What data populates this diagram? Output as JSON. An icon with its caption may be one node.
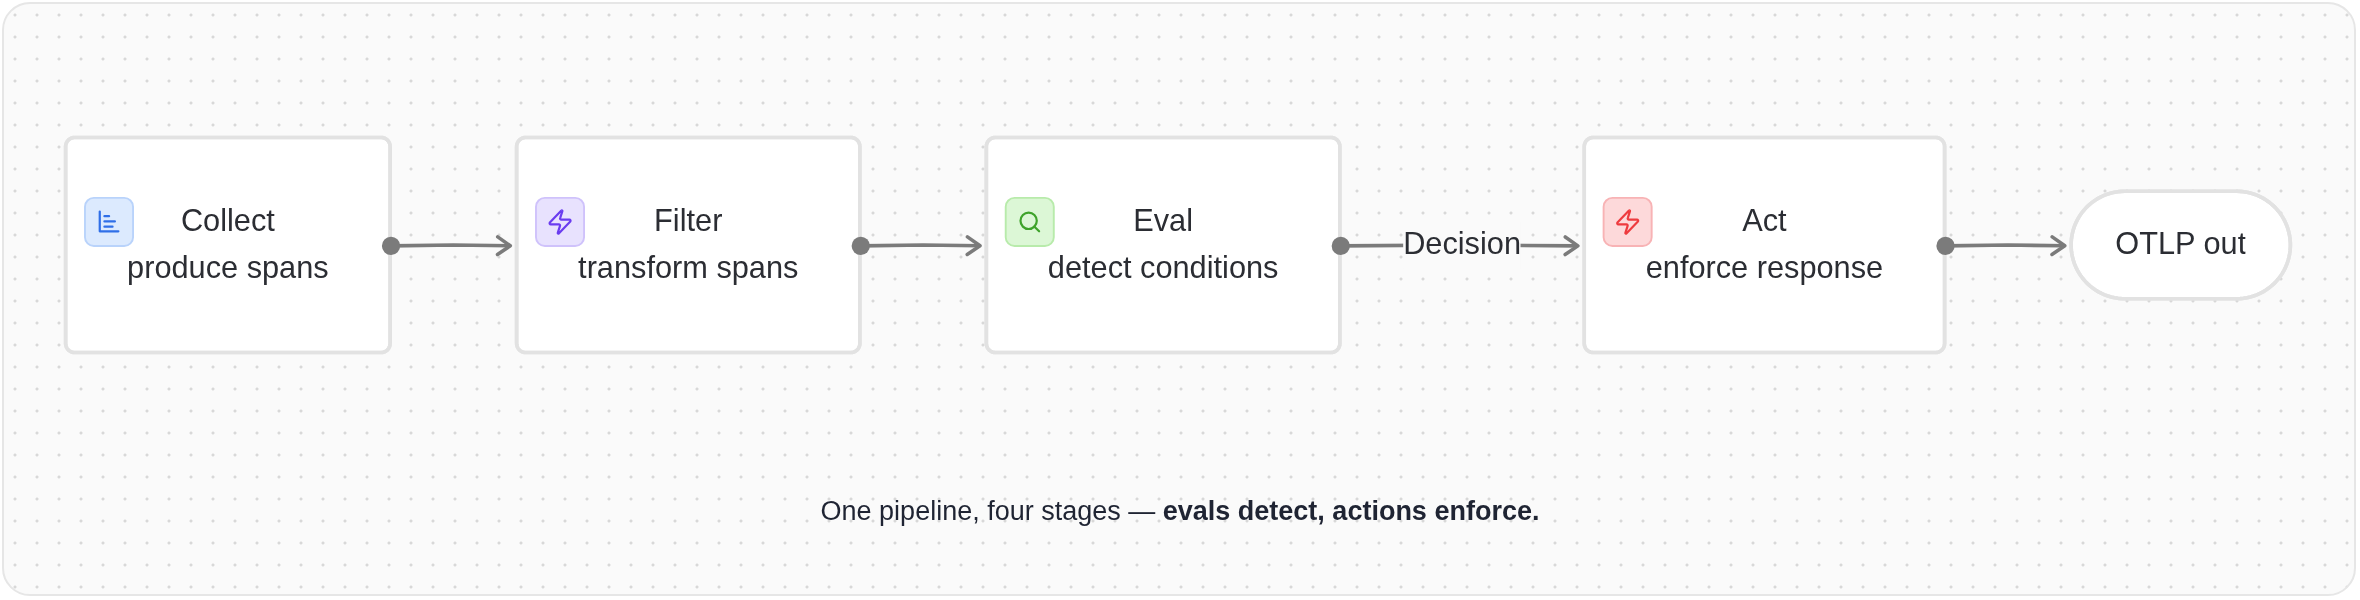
{
  "diagram": {
    "caption": "One pipeline, four stages — **evals detect, actions enforce.**",
    "nodes": [
      {
        "text": [
          "Collect",
          "produce spans"
        ]
      },
      {
        "text": [
          "Filter",
          "transform spans"
        ]
      },
      {
        "text": [
          "Eval",
          "detect conditions"
        ]
      },
      {
        "text": [
          "Act",
          "enforce response"
        ]
      },
      {
        "text": [
          "OTLP out"
        ]
      }
    ],
    "edges": [
      {
        "from": 0,
        "to": 1,
        "arrow": "to"
      },
      {
        "from": 1,
        "to": 2,
        "arrow": "to"
      },
      {
        "from": 2,
        "to": 3,
        "arrow": "to",
        "label": "Decision"
      },
      {
        "from": 3,
        "to": 4,
        "arrow": "to"
      }
    ]
  }
}
